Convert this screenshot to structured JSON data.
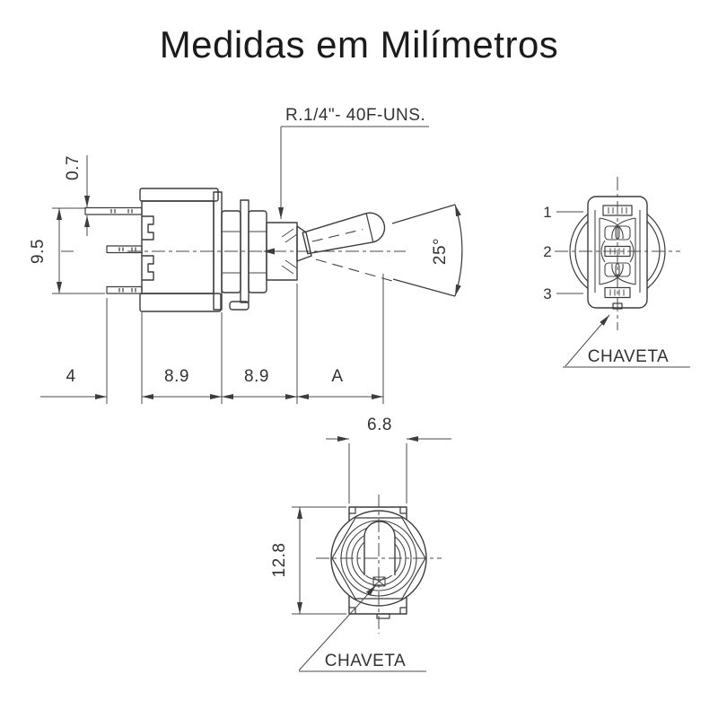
{
  "title": "Medidas em Milímetros",
  "colors": {
    "line": "#3c3c3c",
    "thin_line": "#4a4a4a",
    "text": "#333333",
    "background": "#ffffff"
  },
  "side_view": {
    "thread_label": "R.1/4\"- 40F-UNS.",
    "dim_terminal_thickness": "0.7",
    "dim_terminal_span": "9.5",
    "dim_terminal_length": "4",
    "dim_body_length": "8.9",
    "dim_bushing_length": "8.9",
    "dim_lever_length": "A",
    "dim_swing_angle": "25°"
  },
  "rear_view": {
    "pin_labels": [
      "1",
      "2",
      "3"
    ],
    "key_label": "CHAVETA"
  },
  "front_view": {
    "dim_width": "6.8",
    "dim_height": "12.8",
    "key_label": "CHAVETA"
  }
}
